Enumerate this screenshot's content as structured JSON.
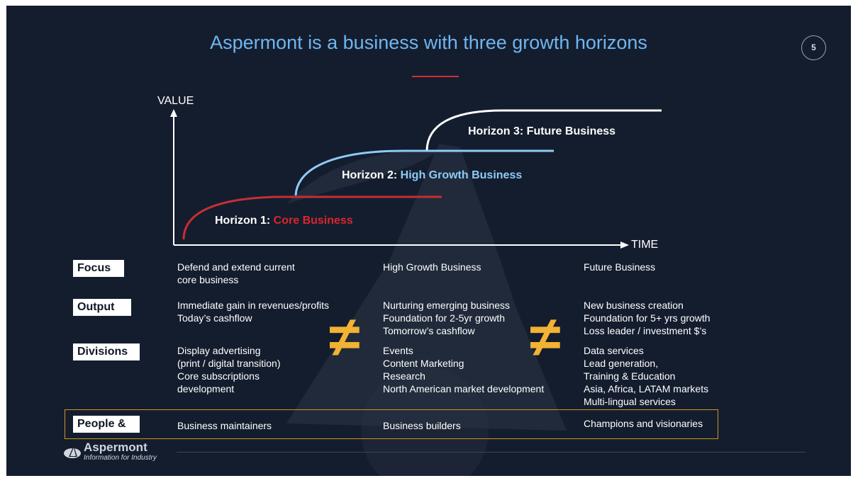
{
  "slide": {
    "title": "Aspermont is a business with three growth horizons",
    "page_number": "5"
  },
  "chart": {
    "y_axis_label": "VALUE",
    "x_axis_label": "TIME",
    "horizons": [
      {
        "prefix": "Horizon 1: ",
        "name": "Core Business",
        "color": "#d9262c"
      },
      {
        "prefix": "Horizon 2: ",
        "name": "High Growth Business",
        "color": "#8ecbf7"
      },
      {
        "prefix": "Horizon 3: ",
        "name": "Future Business",
        "color": "#ffffff"
      }
    ]
  },
  "rows": {
    "focus": {
      "label": "Focus",
      "col1": [
        "Defend and extend current",
        "core business"
      ],
      "col2": [
        "High Growth Business"
      ],
      "col3": [
        "Future Business"
      ]
    },
    "output": {
      "label": "Output",
      "col1": [
        "Immediate gain in revenues/profits",
        "Today’s cashflow"
      ],
      "col2": [
        "Nurturing emerging business",
        "Foundation for 2-5yr growth",
        "Tomorrow’s cashflow"
      ],
      "col3": [
        "New business creation",
        "Foundation for 5+ yrs growth",
        "Loss leader / investment $’s"
      ]
    },
    "divisions": {
      "label": "Divisions",
      "col1": [
        "Display advertising",
        "(print / digital transition)",
        "Core subscriptions",
        "development"
      ],
      "col2": [
        "Events",
        "Content Marketing",
        "Research",
        "North American market development"
      ],
      "col3": [
        "Data services",
        "Lead generation,",
        "Training & Education",
        "Asia, Africa, LATAM markets",
        "Multi-lingual  services"
      ]
    },
    "people": {
      "label": "People &",
      "col1": [
        "Business maintainers"
      ],
      "col2": [
        "Business builders"
      ],
      "col3": [
        "Champions and visionaries"
      ]
    }
  },
  "neq_symbol": "≠",
  "logo": {
    "name": "Aspermont",
    "tagline": "Information for Industry"
  },
  "colors": {
    "background": "#141d2e",
    "title": "#6fb6f0",
    "accent_red": "#d32f2f",
    "neq": "#f2b233",
    "people_border": "#d1941f"
  }
}
